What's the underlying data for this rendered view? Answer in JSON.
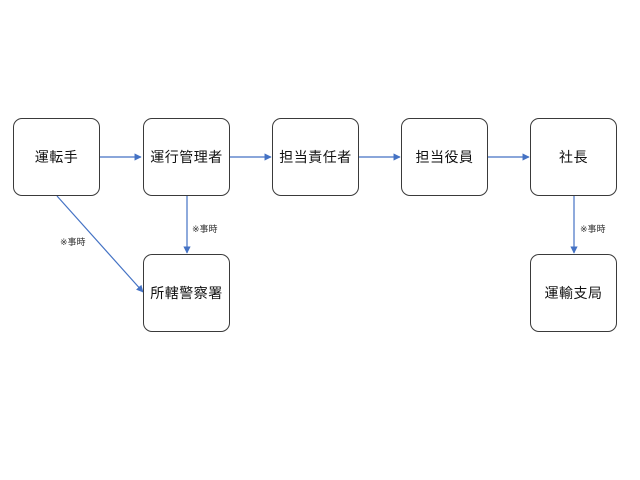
{
  "colors": {
    "arrow": "#4472c4",
    "border": "#3a3a3a",
    "text": "#111111"
  },
  "nodes": {
    "driver": "運転手",
    "operation_manager": "運行管理者",
    "responsible_person": "担当責任者",
    "officer": "担当役員",
    "president": "社長",
    "police_station": "所轄警察署",
    "transport_bureau": "運輸支局"
  },
  "edges": {
    "driver_to_police_label": "※事時",
    "manager_to_police_label": "※事時",
    "president_to_bureau_label": "※事時"
  }
}
